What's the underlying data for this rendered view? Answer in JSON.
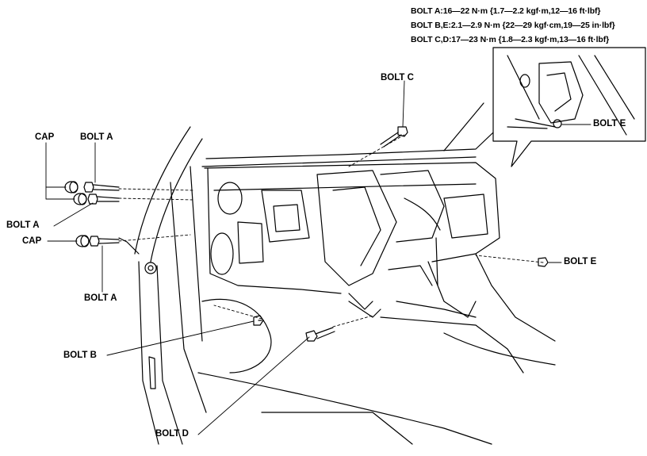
{
  "torque_specs": {
    "bolt_a": "BOLT A:16—22 N·m {1.7—2.2 kgf·m,12—16 ft·lbf}",
    "bolt_be": "BOLT B,E:2.1—2.9 N·m {22—29 kgf·cm,19—25 in·lbf}",
    "bolt_cd": "BOLT C,D:17—23 N·m {1.8—2.3 kgf·m,13—16 ft·lbf}"
  },
  "labels": {
    "cap_top": "CAP",
    "bolt_a_top": "BOLT A",
    "bolt_a_mid": "BOLT A",
    "cap_mid": "CAP",
    "bolt_a_bottom": "BOLT A",
    "bolt_b": "BOLT B",
    "bolt_c": "BOLT C",
    "bolt_d": "BOLT D",
    "bolt_e_inset": "BOLT E",
    "bolt_e_right": "BOLT E"
  },
  "colors": {
    "line": "#000000",
    "background": "#ffffff"
  }
}
